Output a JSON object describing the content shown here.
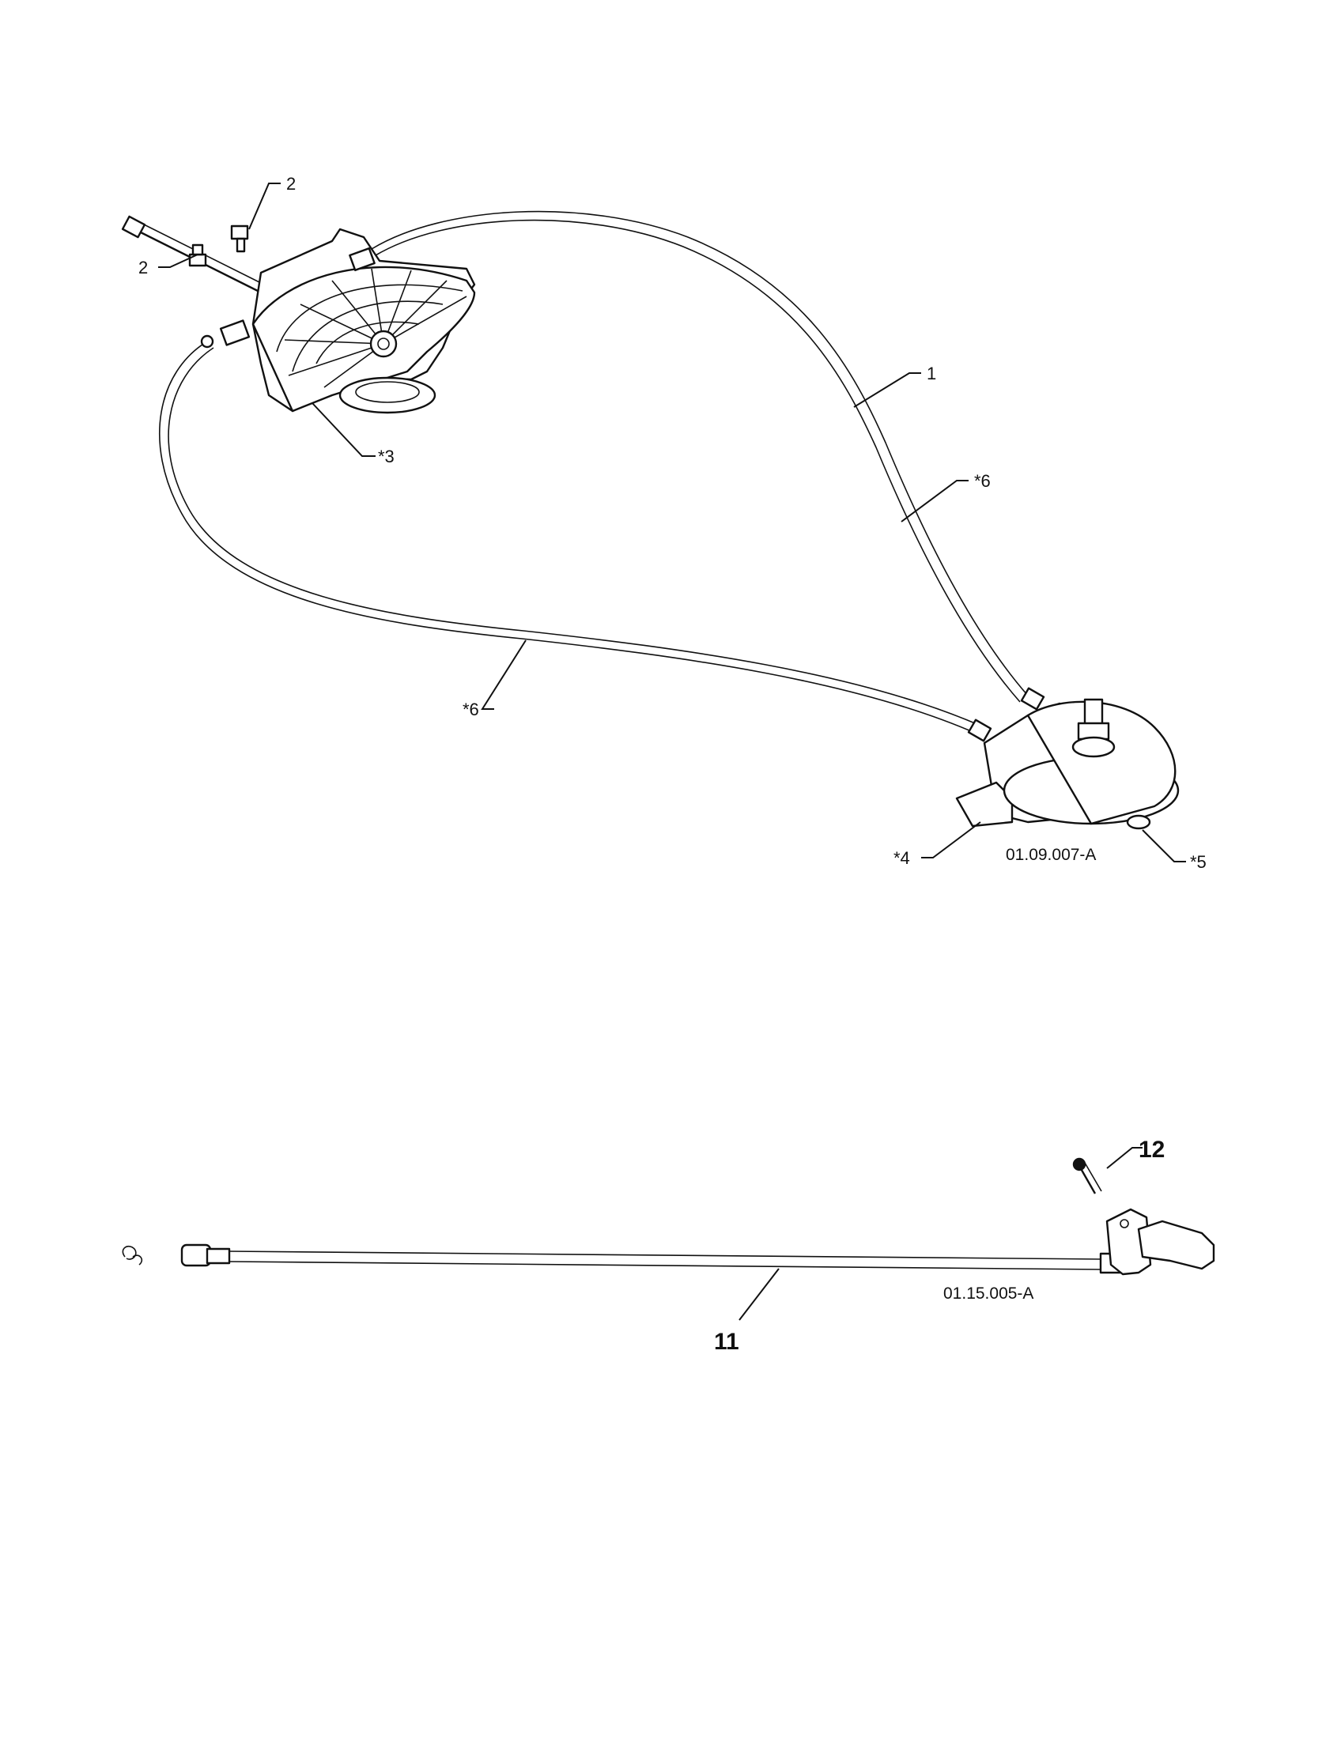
{
  "figure_top": {
    "id": "01.09.007-A",
    "callouts": {
      "c1": "1",
      "c2a": "2",
      "c2b": "2",
      "c3": "*3",
      "c4": "*4",
      "c5": "*5",
      "c6a": "*6",
      "c6b": "*6"
    }
  },
  "figure_bottom": {
    "id": "01.15.005-A",
    "callouts": {
      "c11": "11",
      "c12": "12"
    }
  }
}
